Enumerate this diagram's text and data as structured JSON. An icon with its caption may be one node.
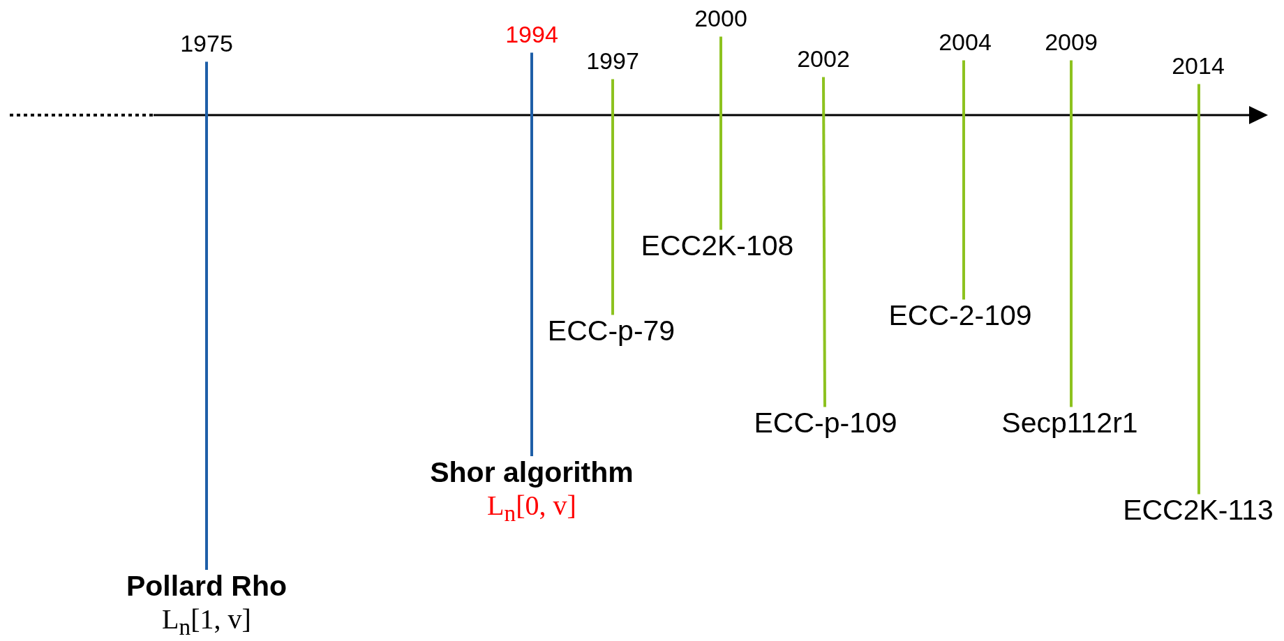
{
  "diagram": {
    "nodes": [
      {
        "text": [
          "1975"
        ]
      },
      {
        "text": [
          "Pollard Rho",
          "L$_{n}$[1, v]"
        ]
      },
      {
        "text": [
          "1994"
        ]
      },
      {
        "text": [
          "Shor algorithm",
          "L$_{n}$[0, v]"
        ]
      },
      {
        "text": [
          "1997"
        ]
      },
      {
        "text": [
          "ECC-p-79"
        ]
      },
      {
        "text": [
          "2000"
        ]
      },
      {
        "text": [
          "ECC2K-108"
        ]
      },
      {
        "text": [
          "2002"
        ]
      },
      {
        "text": [
          "ECC-p-109"
        ]
      },
      {
        "text": [
          "2004"
        ]
      },
      {
        "text": [
          "ECC-2-109"
        ]
      },
      {
        "text": [
          "2009"
        ]
      },
      {
        "text": [
          "Secp112r1"
        ]
      },
      {
        "text": [
          "2014"
        ]
      },
      {
        "text": [
          "ECC2K-113"
        ]
      }
    ],
    "edges": [
      {
        "from": 0,
        "to": 1,
        "arrow": "none",
        "color": "#1f5fa8"
      },
      {
        "from": 2,
        "to": 3,
        "arrow": "none",
        "color": "#1f5fa8"
      },
      {
        "from": 4,
        "to": 5,
        "arrow": "none"
      },
      {
        "from": 6,
        "to": 7,
        "arrow": "none"
      },
      {
        "from": 8,
        "to": 9,
        "arrow": "none"
      },
      {
        "from": 10,
        "to": 11,
        "arrow": "none"
      },
      {
        "from": 12,
        "to": 13,
        "arrow": "none"
      },
      {
        "from": 14,
        "to": 15,
        "arrow": "none"
      }
    ]
  }
}
